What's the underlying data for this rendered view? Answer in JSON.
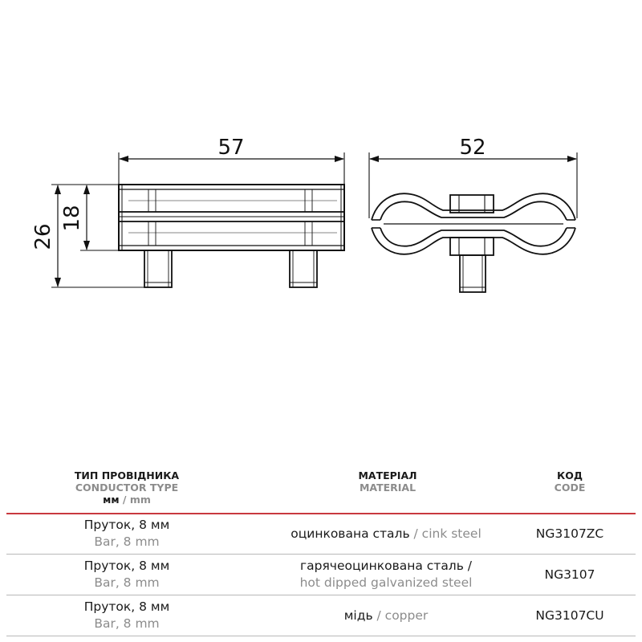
{
  "dimensions": {
    "width_front": "57",
    "width_side": "52",
    "height_total": "26",
    "height_body": "18"
  },
  "table": {
    "headers": {
      "conductor_ua": "ТИП ПРОВІДНИКА",
      "conductor_en": "CONDUCTOR TYPE",
      "unit_ua": "мм",
      "unit_sep": " / ",
      "unit_en": "mm",
      "material_ua": "МАТЕРІАЛ",
      "material_en": "MATERIAL",
      "code_ua": "КОД",
      "code_en": "CODE"
    },
    "rows": [
      {
        "conductor_ua": "Пруток, 8 мм",
        "conductor_en": "Bar, 8 mm",
        "material_ua": "оцинкована сталь",
        "material_sep": " / ",
        "material_en": "cink steel",
        "code": "NG3107ZC"
      },
      {
        "conductor_ua": "Пруток, 8 мм",
        "conductor_en": "Bar, 8 mm",
        "material_ua": "гарячеоцинкована сталь /",
        "material_en": "hot dipped galvanized steel",
        "code": "NG3107"
      },
      {
        "conductor_ua": "Пруток, 8 мм",
        "conductor_en": "Bar, 8 mm",
        "material_ua": "мідь",
        "material_sep": " / ",
        "material_en": "copper",
        "code": "NG3107CU"
      }
    ]
  },
  "colors": {
    "accent_rule": "#c8393f",
    "secondary_text": "#8c8c8c",
    "line": "#111111"
  }
}
